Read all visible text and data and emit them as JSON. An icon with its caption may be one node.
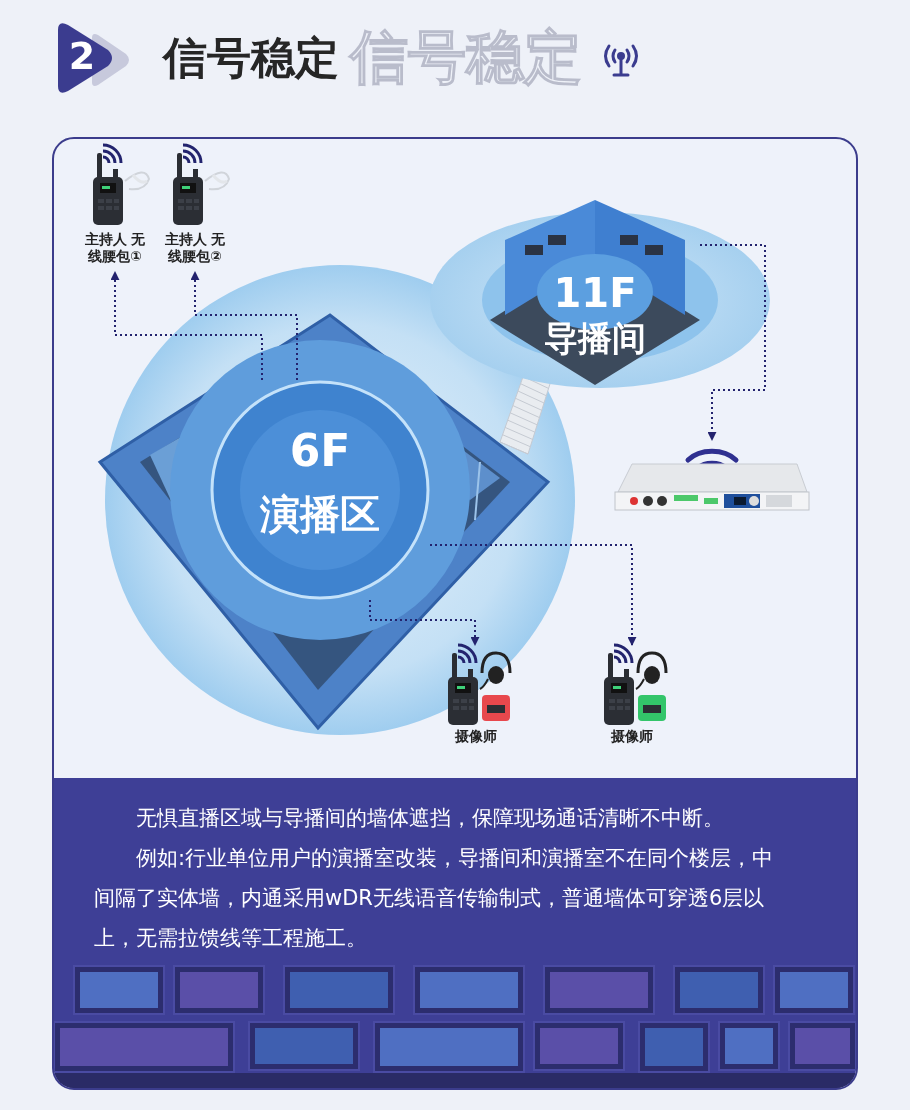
{
  "diagram": {
    "title": "信号稳定",
    "nodes": [
      {
        "text": [
          "主持人 无线腰包①"
        ]
      },
      {
        "text": [
          "主持人 无线腰包②"
        ]
      },
      {
        "text": [
          "6F",
          "演播区"
        ]
      },
      {
        "text": [
          "11F",
          "导播间"
        ]
      },
      {
        "text": [],
        "shape": "picture"
      },
      {
        "text": [
          "摄像师"
        ]
      },
      {
        "text": [
          "摄像师"
        ]
      }
    ],
    "edges": [
      {
        "from": 2,
        "to": 0,
        "arrow": "to",
        "style": "dashed"
      },
      {
        "from": 2,
        "to": 1,
        "arrow": "to",
        "style": "dashed"
      },
      {
        "from": 2,
        "to": 5,
        "arrow": "to",
        "style": "dashed"
      },
      {
        "from": 2,
        "to": 6,
        "arrow": "to",
        "style": "dashed"
      },
      {
        "from": 3,
        "to": 4,
        "arrow": "to",
        "style": "dashed"
      }
    ],
    "labels": [
      "2",
      "信号稳定",
      "无惧直播区域与导播间的墙体遮挡，保障现场通话清晰不中断。",
      "例如:行业单位用户的演播室改装，导播间和演播室不在同个楼层，中间隔了实体墙，内通采用wDR无线语音传输制式，普通墙体可穿透6层以上，无需拉馈线等工程施工。"
    ]
  }
}
